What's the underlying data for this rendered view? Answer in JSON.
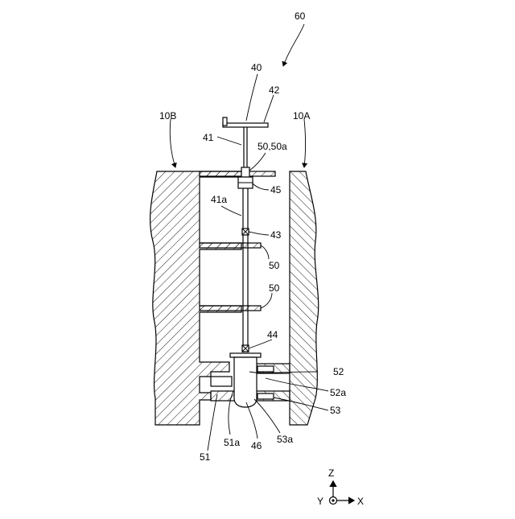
{
  "labels": {
    "l60": "60",
    "l40": "40",
    "l42": "42",
    "l10B": "10B",
    "l10A": "10A",
    "l41": "41",
    "l50_50a": "50,50a",
    "l45": "45",
    "l41a": "41a",
    "l43": "43",
    "l50_1": "50",
    "l50_2": "50",
    "l44": "44",
    "l52": "52",
    "l52a": "52a",
    "l53": "53",
    "l51a": "51a",
    "l46": "46",
    "l53a": "53a",
    "l51": "51"
  },
  "axes": {
    "z": "Z",
    "y": "Y",
    "x": "X"
  }
}
